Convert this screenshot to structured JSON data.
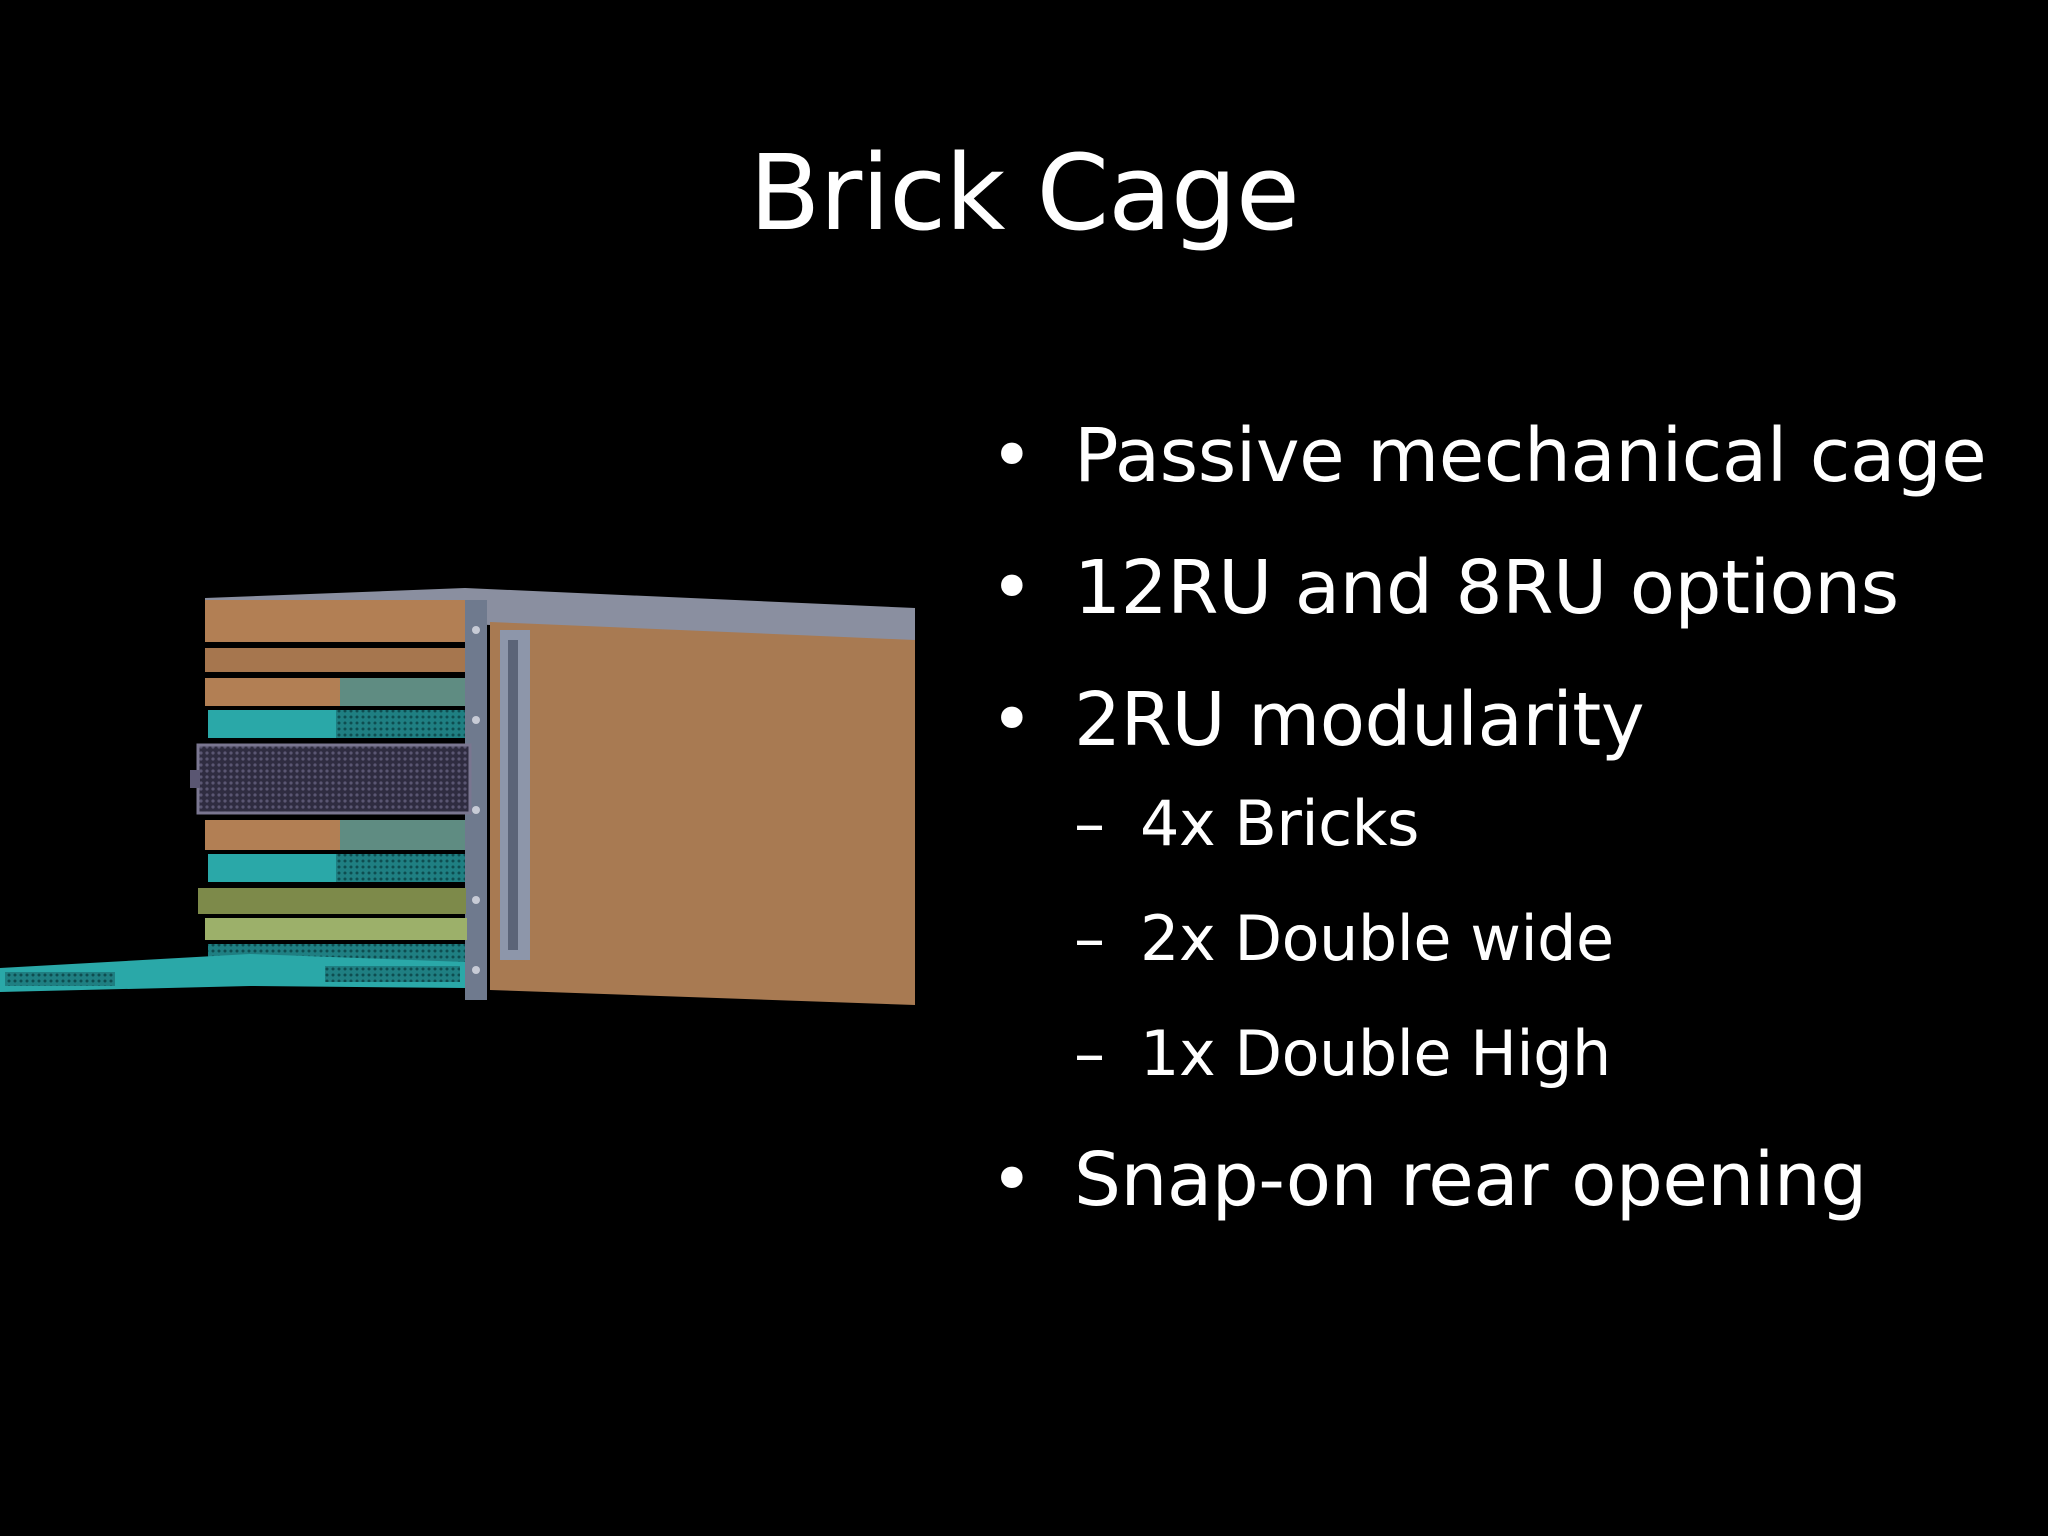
{
  "slide": {
    "title": "Brick Cage",
    "bullets": [
      {
        "marker": "•",
        "text": "Passive mechanical cage"
      },
      {
        "marker": "•",
        "text": "12RU and 8RU options"
      },
      {
        "marker": "•",
        "text": "2RU modularity"
      },
      {
        "marker": "•",
        "text": "Snap-on rear opening"
      }
    ],
    "subbullets": [
      {
        "marker": "–",
        "text": "4x Bricks"
      },
      {
        "marker": "–",
        "text": "2x Double wide"
      },
      {
        "marker": "–",
        "text": "1x Double High"
      }
    ]
  },
  "colors": {
    "background": "#000000",
    "text": "#ffffff",
    "cage_side": "#a87a52",
    "cage_top": "#8a8fa0",
    "teal_module": "#2aa8a8",
    "dark_module": "#3e3a52",
    "olive_module": "#7d8a4a"
  }
}
